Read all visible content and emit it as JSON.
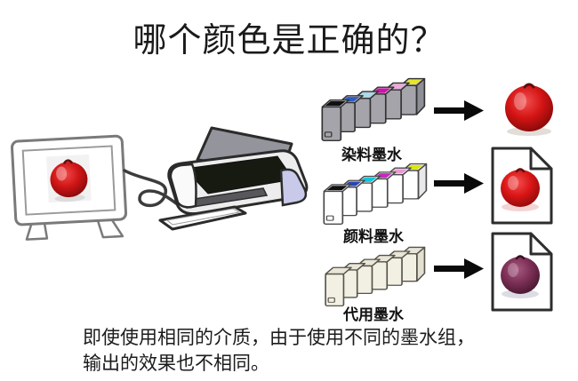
{
  "title": "哪个颜色是正确的？",
  "caption": {
    "line1": "即使使用相同的介质，由于使用不同的墨水组，",
    "line2": "输出的效果也不相同。"
  },
  "ink_sets": [
    {
      "label": "染料墨水",
      "body_color": "#a4a4aa",
      "body_top": "#bfbfc6",
      "side_color": "#8e8e96",
      "outline": "#333333",
      "top_colors": [
        "#101010",
        "#2b5bc8",
        "#a8dcec",
        "#d012aa",
        "#eeaade",
        "#e8e628"
      ]
    },
    {
      "label": "颜料墨水",
      "body_color": "#ffffff",
      "body_top": "#f4f4f6",
      "side_color": "#e8e8ea",
      "outline": "#4a4a4a",
      "top_colors": [
        "#101010",
        "#2746b6",
        "#12c6da",
        "#c828c0",
        "#ea9ad2",
        "#d8e60e"
      ]
    },
    {
      "label": "代用墨水",
      "body_color": "#f2efe3",
      "body_top": "#e9e6d8",
      "side_color": "#e3e0d2",
      "outline": "#55534a",
      "top_colors": [
        null,
        null,
        null,
        null,
        null,
        null
      ]
    }
  ],
  "source_apple": {
    "center": "#f04848",
    "mid": "#cf1515",
    "edge": "#8e0b0b"
  },
  "results": [
    {
      "type": "photo",
      "apple_center": "#f25050",
      "apple_mid": "#d41414",
      "apple_edge": "#8e0a0a"
    },
    {
      "type": "paper",
      "apple_center": "#f25050",
      "apple_mid": "#da1515",
      "apple_edge": "#970c0c"
    },
    {
      "type": "paper",
      "apple_center": "#a65a80",
      "apple_mid": "#7c2f55",
      "apple_edge": "#4c1a34"
    }
  ],
  "palette": {
    "arrow": "#0a0a0a",
    "printer_top": "#161a10",
    "printer_panel": "#c9c9e9",
    "printer_body": "#ededee",
    "printer_support": "#94949c",
    "outline_dark": "#2b2b2b"
  },
  "icons": {
    "monitor": "monitor-icon",
    "cable": "cable-icon",
    "printer": "printer-icon",
    "arrow": "arrow-right-icon",
    "paper": "printed-page-icon",
    "apple": "apple-icon"
  }
}
